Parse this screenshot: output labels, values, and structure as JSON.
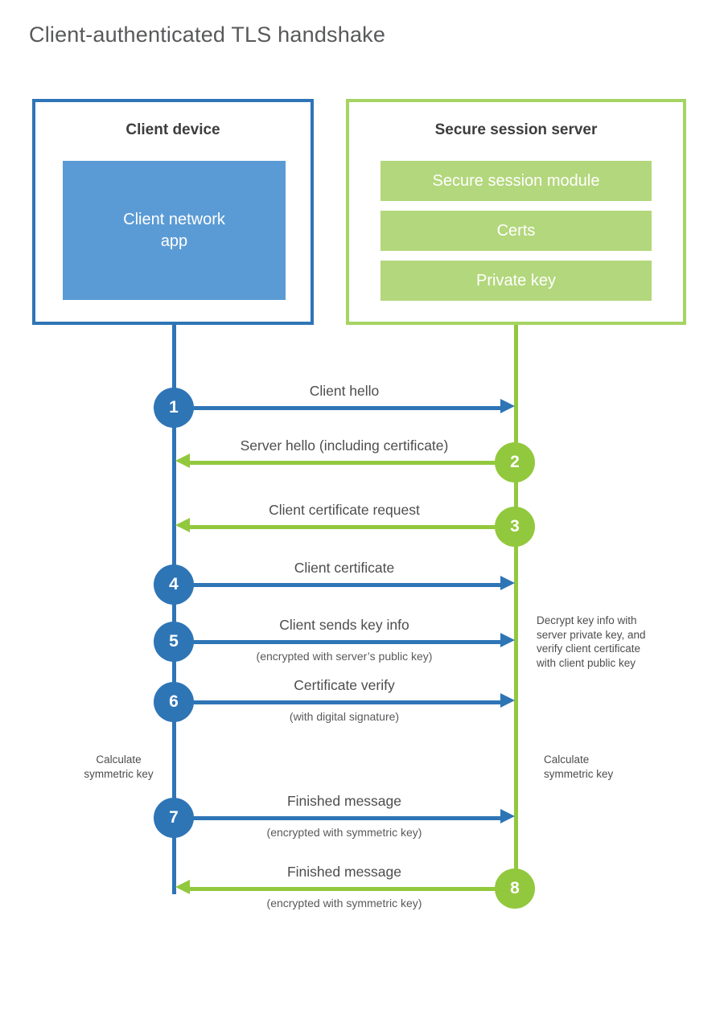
{
  "title": "Client-authenticated TLS handshake",
  "client": {
    "title": "Client device",
    "app": "Client network\napp"
  },
  "server": {
    "title": "Secure session server",
    "modules": [
      "Secure session module",
      "Certs",
      "Private key"
    ]
  },
  "messages": [
    {
      "number": "1",
      "label": "Client hello",
      "from": "client",
      "to": "server",
      "color": "#2e75b6"
    },
    {
      "number": "2",
      "label": "Server hello (including certificate)",
      "from": "server",
      "to": "client",
      "color": "#92c83d"
    },
    {
      "number": "3",
      "label": "Client certificate request",
      "from": "server",
      "to": "client",
      "color": "#92c83d"
    },
    {
      "number": "4",
      "label": "Client certificate",
      "from": "client",
      "to": "server",
      "color": "#2e75b6"
    },
    {
      "number": "5",
      "label": "Client sends key info",
      "sublabel": "(encrypted with server’s public key)",
      "from": "client",
      "to": "server",
      "color": "#2e75b6"
    },
    {
      "number": "6",
      "label": "Certificate verify",
      "sublabel": "(with digital signature)",
      "from": "client",
      "to": "server",
      "color": "#2e75b6"
    },
    {
      "number": "7",
      "label": "Finished message",
      "sublabel": "(encrypted with symmetric key)",
      "from": "client",
      "to": "server",
      "color": "#2e75b6"
    },
    {
      "number": "8",
      "label": "Finished message",
      "sublabel": "(encrypted with symmetric key)",
      "from": "server",
      "to": "client",
      "color": "#92c83d"
    }
  ],
  "notes": {
    "decrypt": "Decrypt key info with\nserver private key, and\nverify client certificate\nwith client public key",
    "calc_left": "Calculate\nsymmetric key",
    "calc_right": "Calculate\nsymmetric key"
  },
  "colors": {
    "blue": "#2e75b6",
    "light_blue": "#5b9bd5",
    "green": "#92c83d",
    "light_green": "#b3d77c",
    "green_border": "#a5d462",
    "title_text": "#58595b",
    "label_text": "#4d4d4d"
  }
}
